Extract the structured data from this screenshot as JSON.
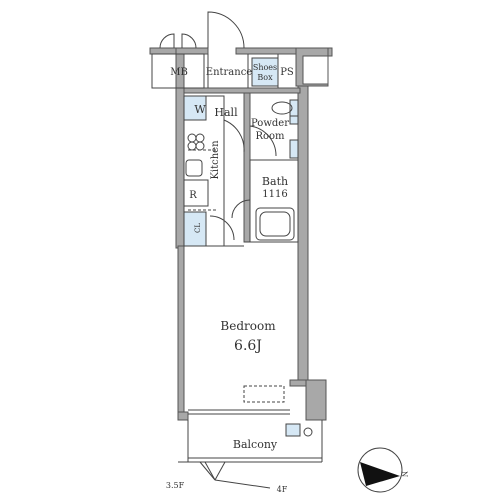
{
  "rooms": {
    "mb": "MB",
    "entrance": "Entrance",
    "shoes_box_line1": "Shoes",
    "shoes_box_line2": "Box",
    "ps": "PS",
    "washer": "W",
    "hall": "Hall",
    "powder_room_line1": "Powder",
    "powder_room_line2": "Room",
    "kitchen": "Kitchen",
    "refrigerator": "R",
    "bath": "Bath",
    "bath_size": "1116",
    "closet": "CL",
    "bedroom": "Bedroom",
    "bedroom_size": "6.6J",
    "balcony": "Balcony"
  },
  "notes": {
    "floor_left": "3.5F",
    "floor_right": "4F",
    "north_marker": "N"
  },
  "colors": {
    "wall": "#a8a8a8",
    "wall_edge": "#555555",
    "line": "#444444",
    "fixture_fill": "#d6e8f5"
  }
}
